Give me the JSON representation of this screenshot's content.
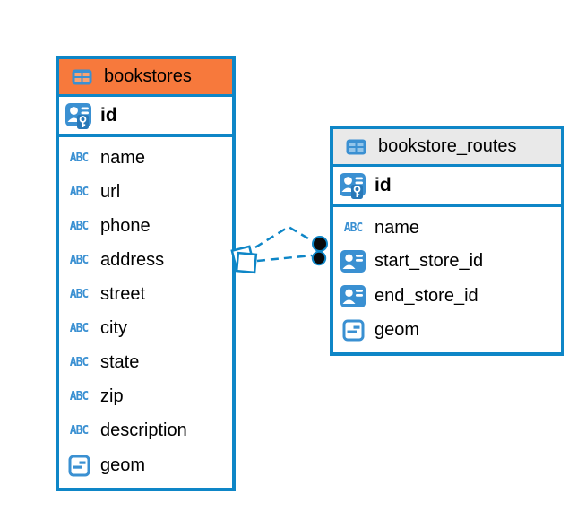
{
  "colors": {
    "accent_blue": "#0E86C7",
    "icon_blue": "#3A90D2",
    "icon_blue_dark": "#2878B8",
    "header_orange": "#F7793C",
    "header_gray": "#E9E9E9",
    "relationship_dot": "#0A0A0A",
    "background": "#FFFFFF"
  },
  "icons": {
    "text_type_label": "ABC"
  },
  "tables": [
    {
      "name": "bookstores",
      "header_style": "orange",
      "primary_key": {
        "name": "id"
      },
      "columns": [
        {
          "name": "name",
          "type": "text"
        },
        {
          "name": "url",
          "type": "text"
        },
        {
          "name": "phone",
          "type": "text"
        },
        {
          "name": "address",
          "type": "text"
        },
        {
          "name": "street",
          "type": "text"
        },
        {
          "name": "city",
          "type": "text"
        },
        {
          "name": "state",
          "type": "text"
        },
        {
          "name": "zip",
          "type": "text"
        },
        {
          "name": "description",
          "type": "text"
        },
        {
          "name": "geom",
          "type": "geometry"
        }
      ]
    },
    {
      "name": "bookstore_routes",
      "header_style": "gray",
      "primary_key": {
        "name": "id"
      },
      "columns": [
        {
          "name": "name",
          "type": "text"
        },
        {
          "name": "start_store_id",
          "type": "reference"
        },
        {
          "name": "end_store_id",
          "type": "reference"
        },
        {
          "name": "geom",
          "type": "geometry"
        }
      ]
    }
  ],
  "relationship": {
    "from_table": "bookstores",
    "to_table": "bookstore_routes",
    "line_style": "dashed",
    "line_count": 2,
    "source_marker": "stacked-diamond",
    "target_marker": "two-dots"
  }
}
